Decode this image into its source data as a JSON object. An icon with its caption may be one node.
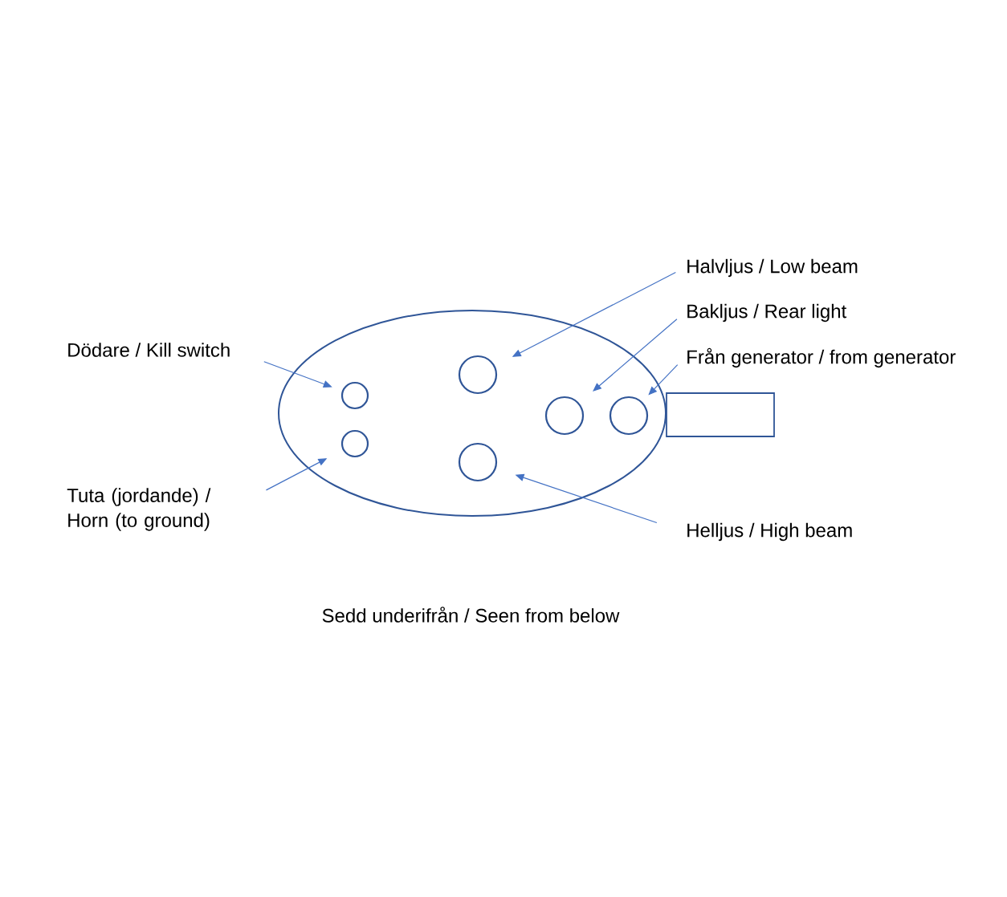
{
  "diagram": {
    "caption": "Sedd underifrån / Seen from below",
    "nodes": [
      {
        "text": [
          "Halvljus / Low beam"
        ]
      },
      {
        "text": [
          "Bakljus / Rear light"
        ]
      },
      {
        "text": [
          "Dödare / Kill switch"
        ]
      },
      {
        "text": [
          "Från generator / from generator"
        ]
      },
      {
        "text": [],
        "shape": "ellipse"
      },
      {
        "text": [],
        "shape": "circle",
        "in": 4
      },
      {
        "text": [],
        "shape": "circle",
        "in": 4
      },
      {
        "text": [],
        "shape": "circle",
        "in": 4
      },
      {
        "text": [],
        "shape": "circle",
        "in": 4
      },
      {
        "text": [],
        "shape": "box"
      },
      {
        "text": [],
        "shape": "circle",
        "in": 4
      },
      {
        "text": [],
        "shape": "circle",
        "in": 4
      },
      {
        "text": [
          "Tuta (jordande) / Horn (to ground)"
        ]
      },
      {
        "text": [
          "Helljus / High beam"
        ]
      }
    ],
    "edges": [
      {
        "from": 0,
        "to": 6,
        "arrow": "to"
      },
      {
        "from": 1,
        "to": 7,
        "arrow": "to"
      },
      {
        "from": 2,
        "to": 5,
        "arrow": "to"
      },
      {
        "from": 3,
        "to": 8,
        "arrow": "to"
      },
      {
        "from": 12,
        "to": 10,
        "arrow": "to"
      },
      {
        "from": 13,
        "to": 11,
        "arrow": "to"
      }
    ]
  }
}
